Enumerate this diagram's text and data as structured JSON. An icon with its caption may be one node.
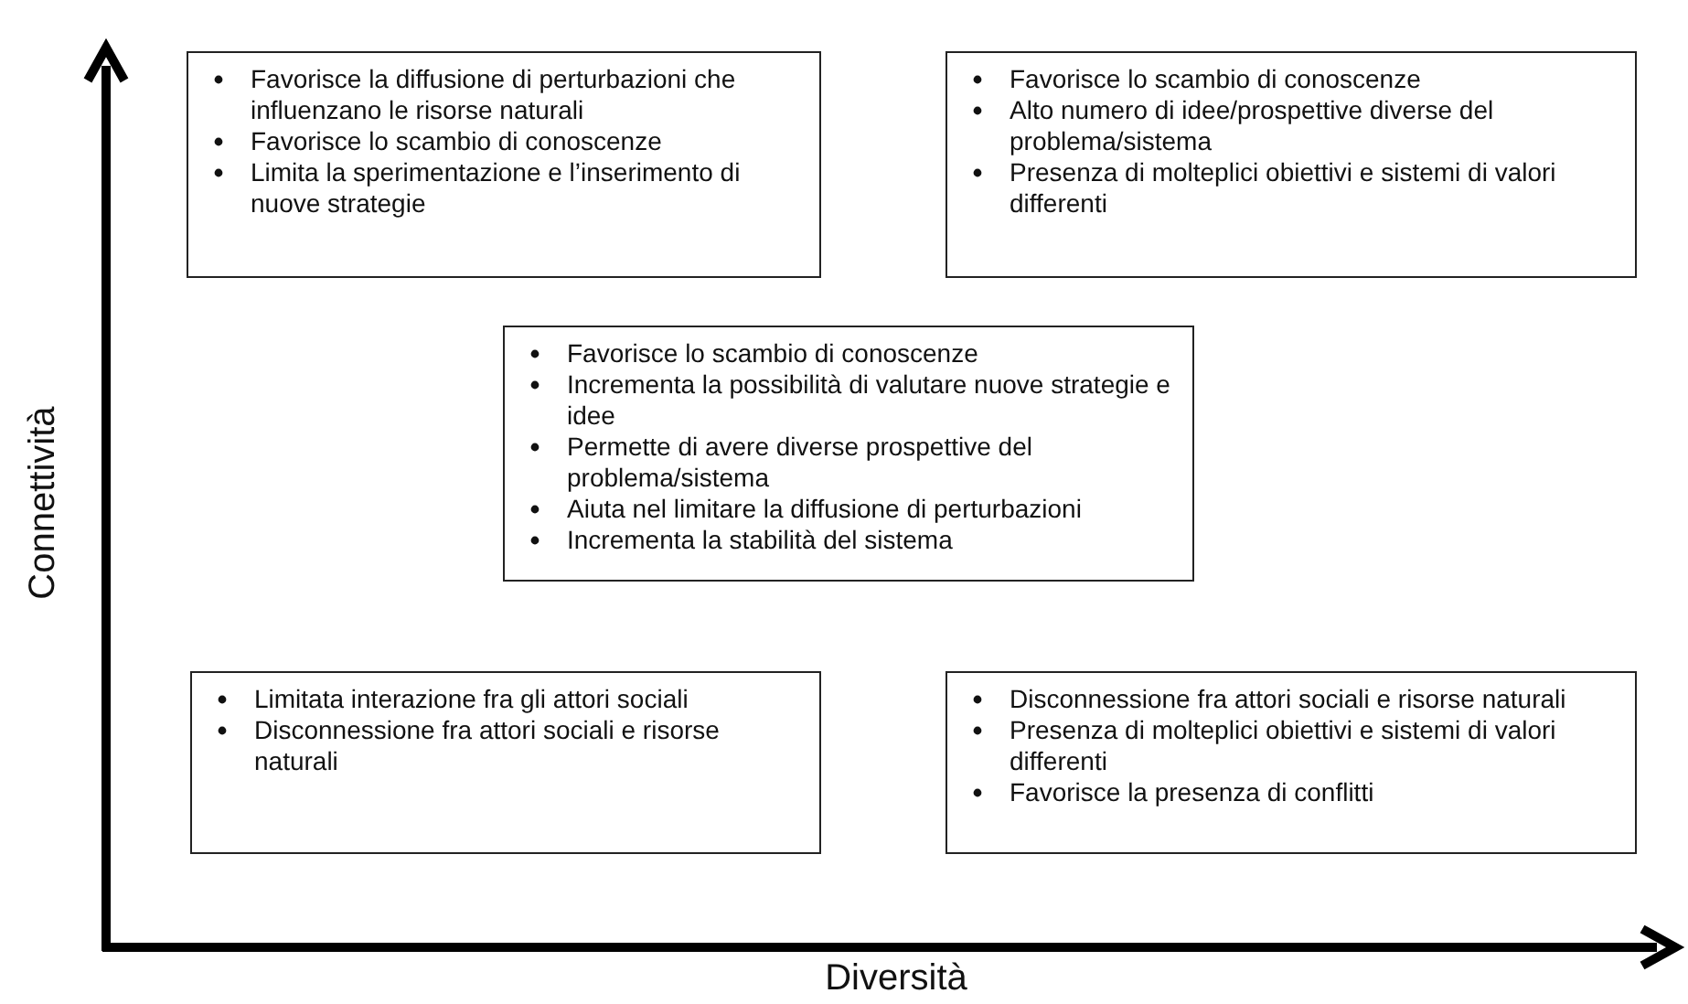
{
  "diagram": {
    "nodes": [
      {
        "text": [
          "Favorisce la diffusione di perturbazioni che influenzano le risorse naturali",
          "Favorisce lo scambio di conoscenze",
          "Limita la sperimentazione e l’inserimento di nuove strategie"
        ]
      },
      {
        "text": [
          "Favorisce lo scambio di conoscenze",
          "Alto numero di idee/prospettive diverse del problema/sistema",
          "Presenza di molteplici obiettivi e sistemi di valori differenti"
        ]
      },
      {
        "text": [
          "Favorisce lo scambio di conoscenze",
          "Incrementa la possibilità di valutare nuove strategie e idee",
          "Permette di avere diverse prospettive del problema/sistema",
          "Aiuta nel limitare la diffusione di perturbazioni",
          "Incrementa la stabilità del sistema"
        ]
      },
      {
        "text": [
          "Limitata interazione fra gli attori sociali",
          "Disconnessione fra attori sociali e risorse naturali"
        ]
      },
      {
        "text": [
          "Disconnessione fra attori sociali e risorse naturali",
          "Presenza di molteplici obiettivi e sistemi di valori differenti",
          "Favorisce la presenza di conflitti"
        ]
      }
    ],
    "labels": [
      "Connettività",
      "Diversità"
    ]
  }
}
